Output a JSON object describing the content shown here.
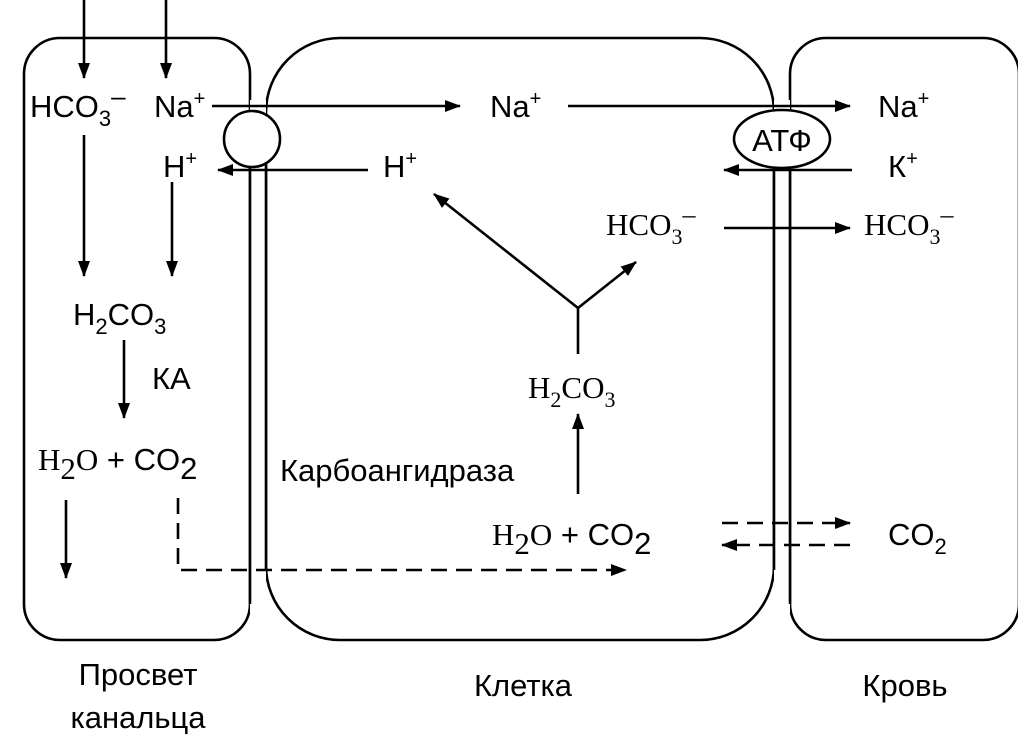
{
  "compartments": {
    "lumen": [
      "Просвет",
      "канальца"
    ],
    "cell": "Клетка",
    "blood": "Кровь"
  },
  "lumen_species": {
    "hco3": {
      "base": "HCO",
      "sub": "3",
      "sup": "–"
    },
    "na": {
      "base": "Na",
      "sup": "+"
    },
    "h": {
      "base": "H",
      "sup": "+"
    },
    "h2co3": {
      "a": "H",
      "sub1": "2",
      "b": "CO",
      "sub2": "3"
    },
    "ka": "КА",
    "h2o_co2": {
      "h": "H",
      "sub1": "2",
      "o": "O",
      "plus": " + ",
      "co": "CO",
      "sub2": "2"
    }
  },
  "cell_species": {
    "na": {
      "base": "Na",
      "sup": "+"
    },
    "h": {
      "base": "H",
      "sup": "+"
    },
    "hco3": {
      "base": "HCO",
      "sub": "3",
      "sup": "–"
    },
    "h2co3": {
      "a": "H",
      "sub1": "2",
      "b": "CO",
      "sub2": "3"
    },
    "enzyme": "Карбоангидраза",
    "h2o_co2": {
      "h": "H",
      "sub1": "2",
      "o": "O",
      "plus": " + ",
      "co": "CO",
      "sub2": "2"
    }
  },
  "blood_species": {
    "na": {
      "base": "Na",
      "sup": "+"
    },
    "k": {
      "base": "К",
      "sup": "+"
    },
    "hco3": {
      "base": "HCO",
      "sub": "3",
      "sup": "–"
    },
    "co2": {
      "base": "CO",
      "sub": "2"
    }
  },
  "pump": {
    "label": "АТФ"
  }
}
